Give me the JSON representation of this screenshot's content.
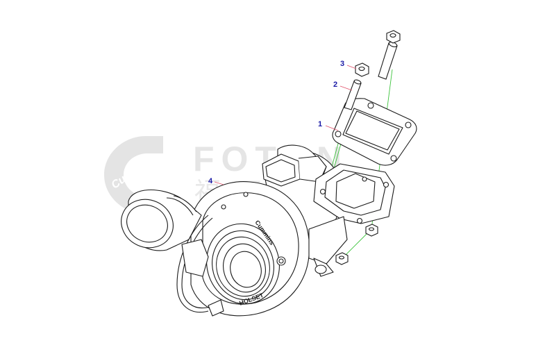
{
  "watermark": {
    "brand_left": "Cummins",
    "brand_right": "FOTON",
    "chinese": "福田康明斯"
  },
  "housing_text": {
    "brand": "Cummins",
    "maker": "HOLSET"
  },
  "callouts": [
    {
      "id": "1",
      "label": "1"
    },
    {
      "id": "2",
      "label": "2"
    },
    {
      "id": "3",
      "label": "3"
    },
    {
      "id": "4",
      "label": "4"
    }
  ],
  "colors": {
    "line": "#1a1a1a",
    "leader": "#e0506a",
    "label": "#1a1aa6",
    "assembly_line": "#3cc33c",
    "watermark": "#d9d9d9"
  }
}
